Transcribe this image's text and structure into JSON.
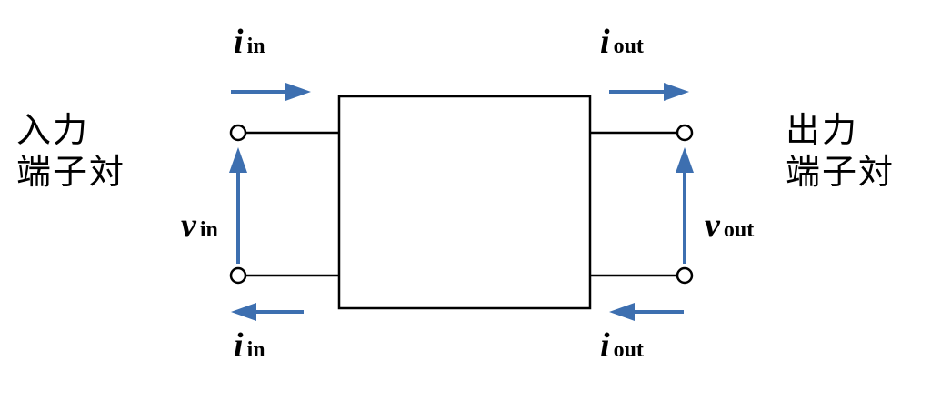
{
  "ports": {
    "input_line1": "入力",
    "input_line2": "端子対",
    "output_line1": "出力",
    "output_line2": "端子対"
  },
  "labels": {
    "i_in_top": {
      "symbol": "i",
      "subscript": "in"
    },
    "i_out_top": {
      "symbol": "i",
      "subscript": "out"
    },
    "v_in": {
      "symbol": "v",
      "subscript": "in"
    },
    "v_out": {
      "symbol": "v",
      "subscript": "out"
    },
    "i_in_bottom": {
      "symbol": "i",
      "subscript": "in"
    },
    "i_out_bottom": {
      "symbol": "i",
      "subscript": "out"
    }
  },
  "colors": {
    "arrow": "#3d6fb0",
    "line": "#000000"
  }
}
